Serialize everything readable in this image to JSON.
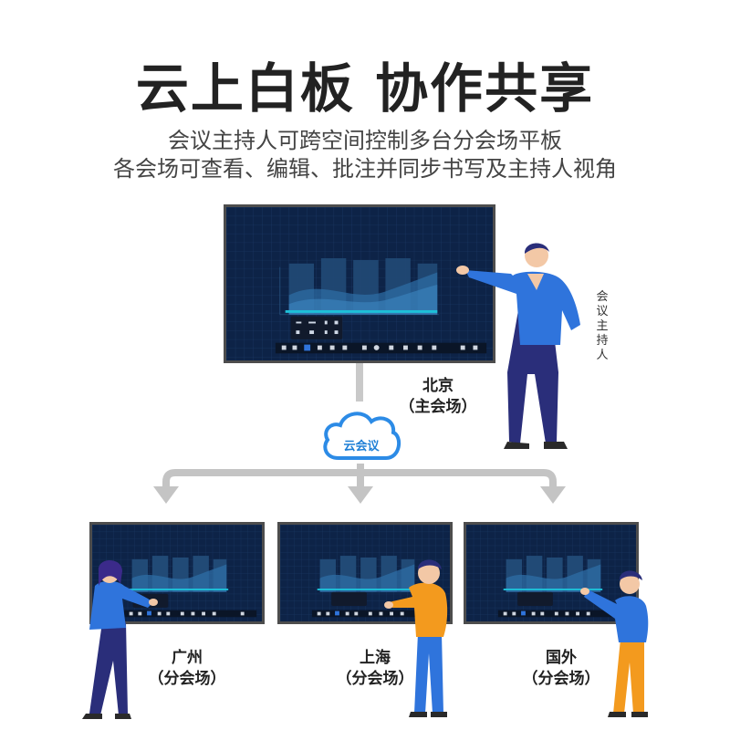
{
  "title": "云上白板 协作共享",
  "subtitle_line1": "会议主持人可跨空间控制多台分会场平板",
  "subtitle_line2": "各会场可查看、编辑、批注并同步书写及主持人视角",
  "cloud_label": "云会议",
  "host_label": "会议主持人",
  "main_site": {
    "city": "北京",
    "role": "（主会场）"
  },
  "branch_sites": [
    {
      "city": "广州",
      "role": "（分会场）"
    },
    {
      "city": "上海",
      "role": "（分会场）"
    },
    {
      "city": "国外",
      "role": "（分会场）"
    }
  ],
  "colors": {
    "screen_bg": "#0d2347",
    "bezel": "#4d4d4d",
    "cloud_blue": "#1e7fd6",
    "connector_gray": "#c4c4c4",
    "shirt_blue": "#2f74dc",
    "shirt_orange": "#f39a1e",
    "pants_navy": "#2a2e7a"
  }
}
